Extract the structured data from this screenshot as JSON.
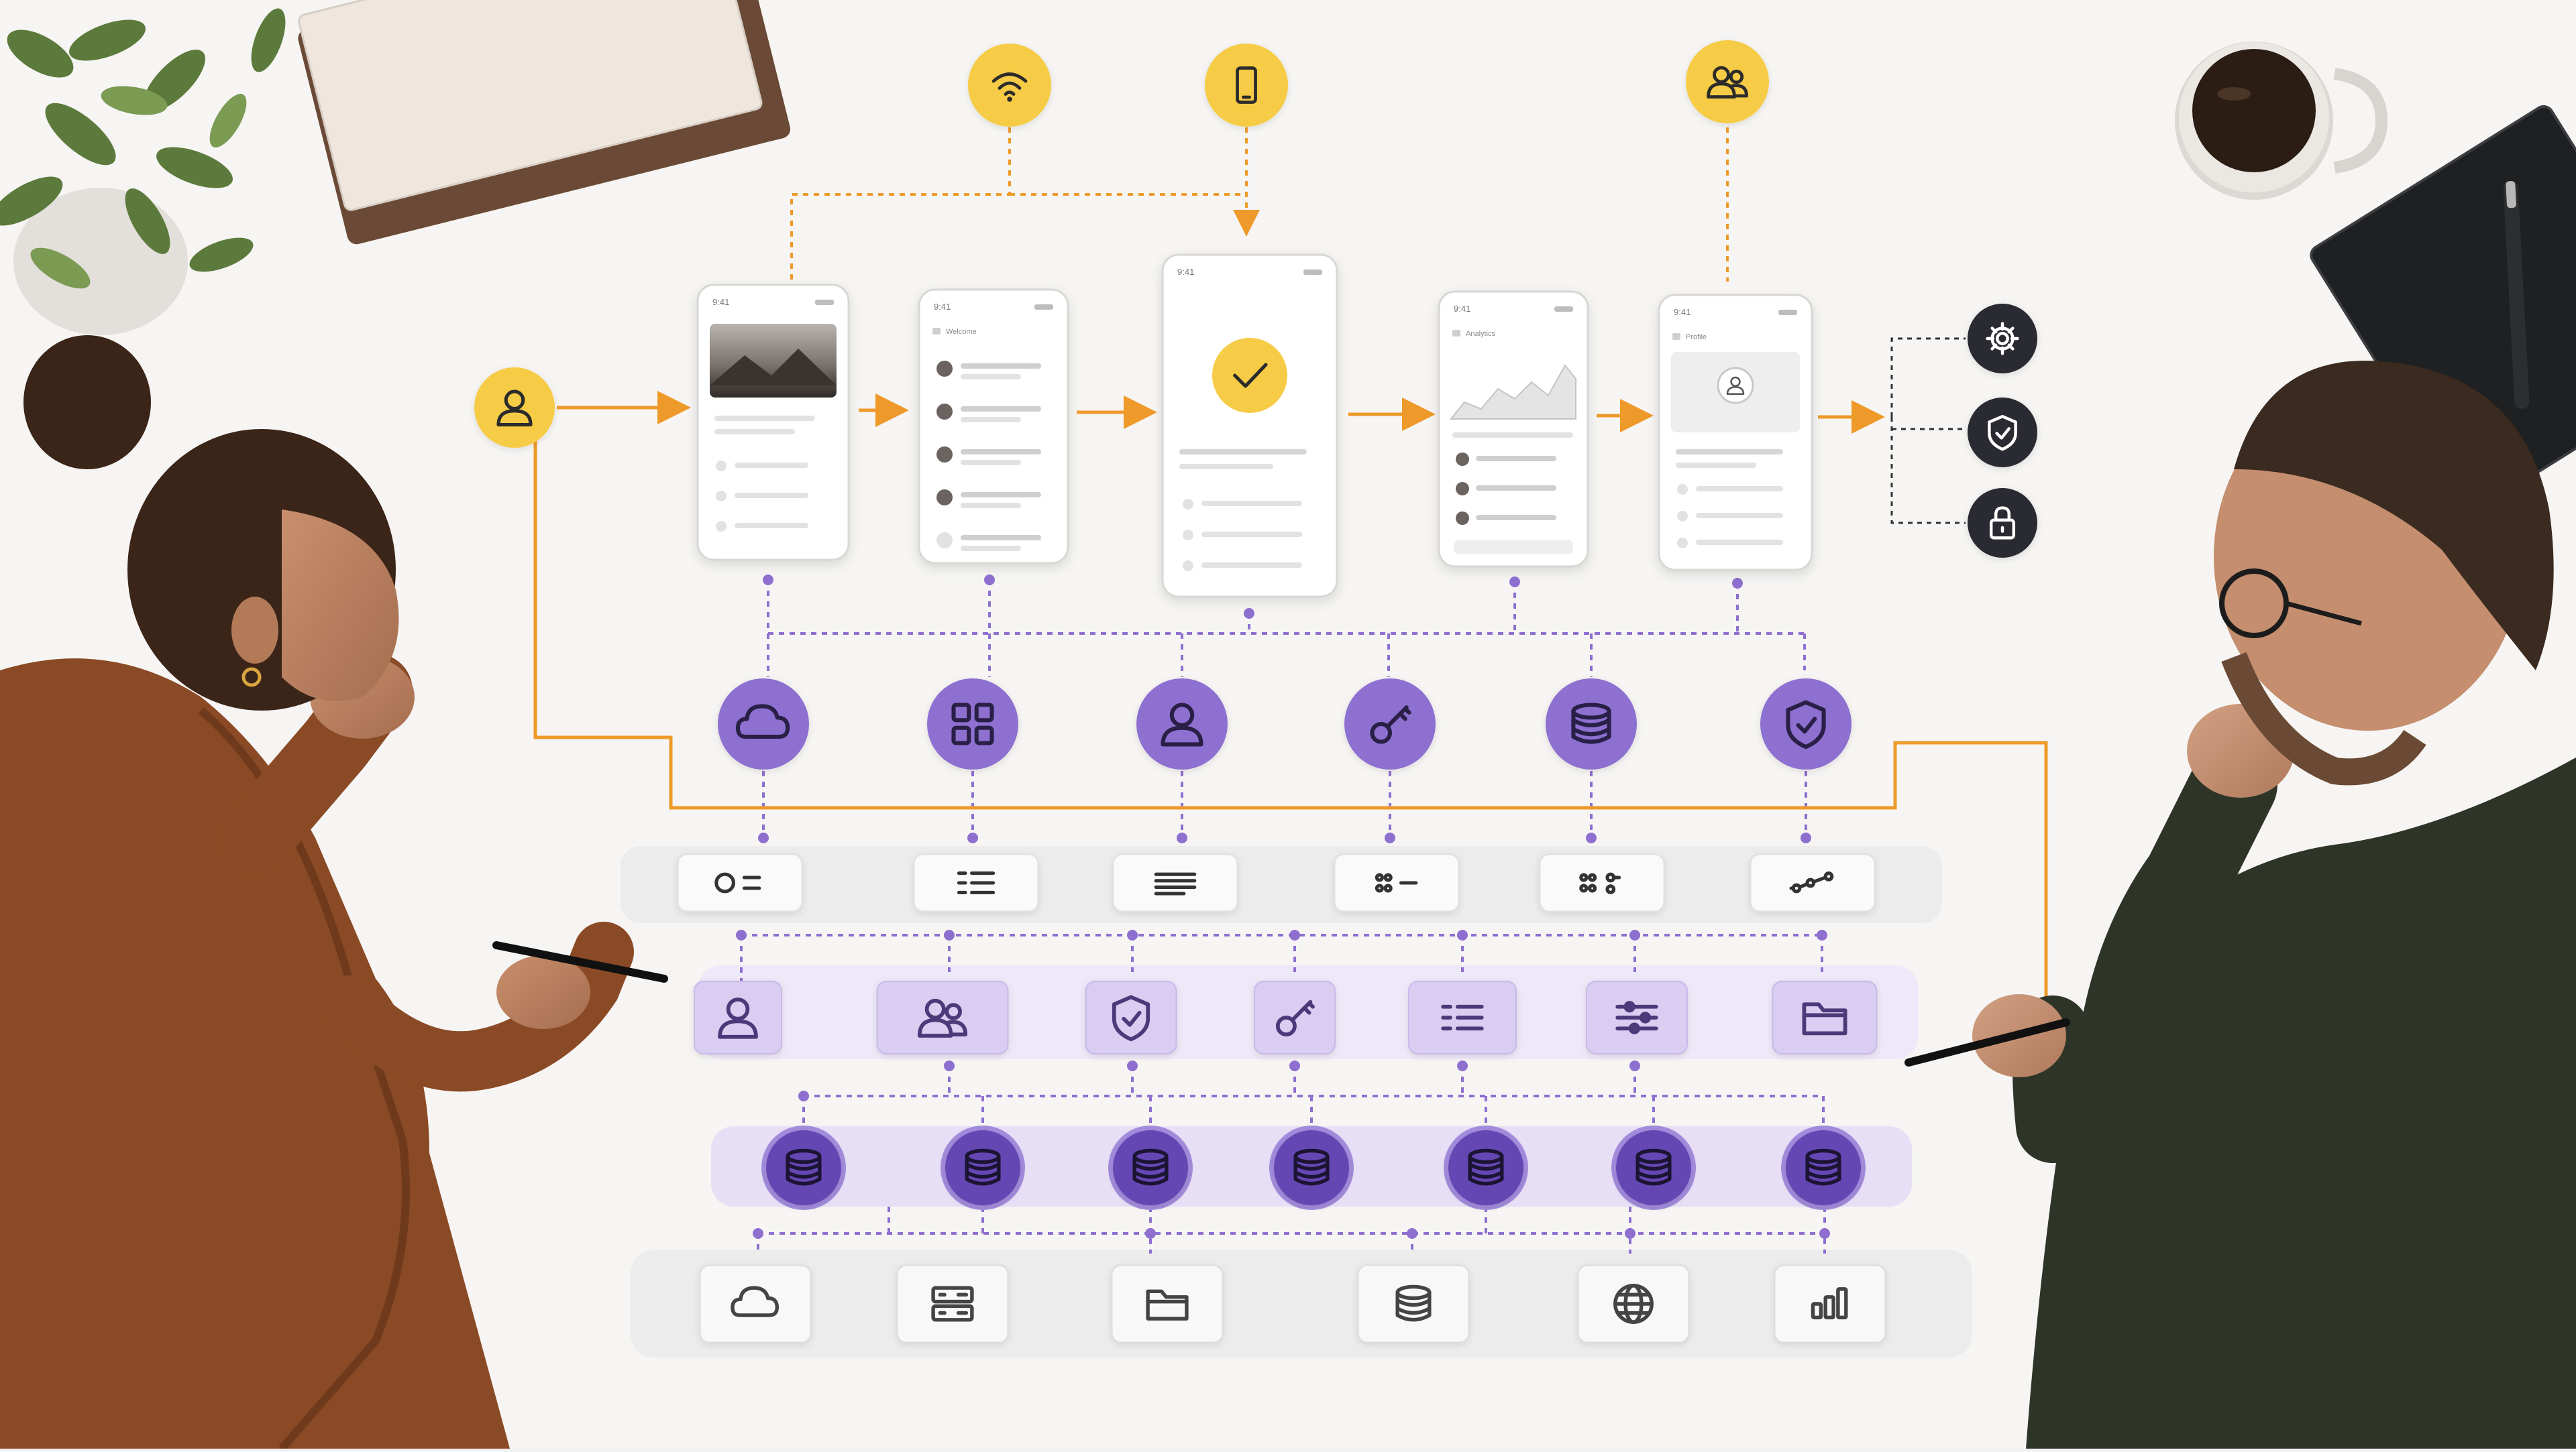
{
  "palette": {
    "yellow": "#f6cb45",
    "orange": "#ee9a2a",
    "purple": "#8e6fd0",
    "purple_dark": "#6547b4",
    "lavender": "#d9cdf1",
    "lavender_strip": "#ece6f8",
    "dark_node": "#2a2c30",
    "table": "#f7f6f4"
  },
  "phones": [
    {
      "clock": "9:41",
      "title": "",
      "screen": "photo-feed"
    },
    {
      "clock": "9:41",
      "title": "Welcome",
      "screen": "contact-list"
    },
    {
      "clock": "9:41",
      "title": "",
      "screen": "confirmation"
    },
    {
      "clock": "9:41",
      "title": "Analytics",
      "screen": "chart-dashboard"
    },
    {
      "clock": "9:41",
      "title": "Profile",
      "screen": "profile"
    }
  ],
  "nodes": {
    "entry_user": "user-icon",
    "top_yellow": [
      "wifi-icon",
      "smartphone-icon",
      "users-icon"
    ],
    "security_outputs": [
      "gear-icon",
      "shield-check-icon",
      "lock-icon"
    ],
    "service_layer": [
      "cloud-icon",
      "grid-icon",
      "user-icon",
      "key-icon",
      "database-icon",
      "shield-check-icon"
    ],
    "component_layer": [
      "toggle-list-icon",
      "list-icon",
      "text-lines-icon",
      "dots-list-icon",
      "dots-toggle-icon",
      "node-path-icon"
    ],
    "module_layer": [
      "user-icon",
      "users-icon",
      "shield-check-icon",
      "key-icon",
      "list-icon",
      "sliders-icon",
      "folder-icon"
    ],
    "data_layer": [
      "database-icon",
      "database-icon",
      "database-icon",
      "database-icon",
      "database-icon",
      "database-icon",
      "database-icon"
    ],
    "infra_layer": [
      "cloud-icon",
      "server-icon",
      "folder-icon",
      "database-icon",
      "globe-icon",
      "bar-chart-icon"
    ]
  }
}
